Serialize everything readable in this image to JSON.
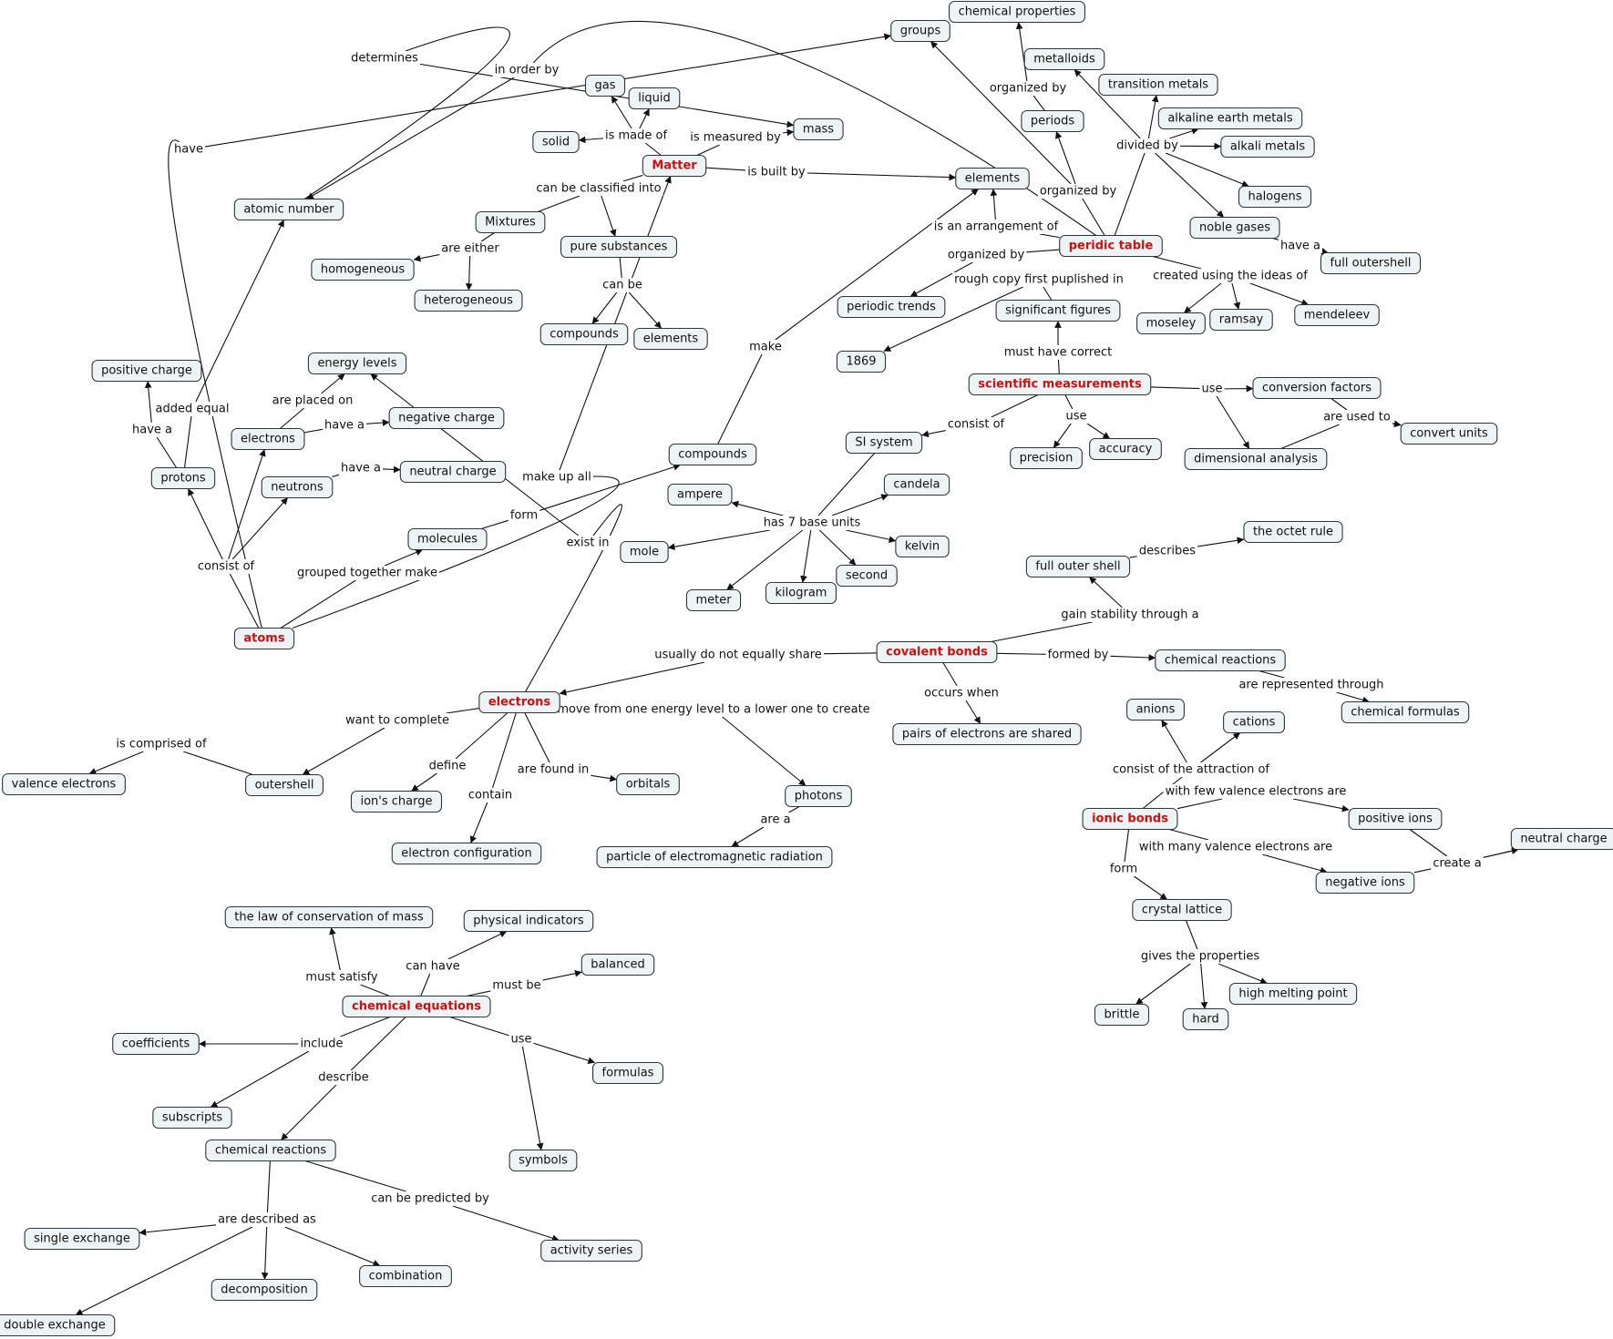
{
  "nodes": [
    {
      "id": "matter",
      "text": "Matter",
      "main": true
    },
    {
      "id": "gas",
      "text": "gas"
    },
    {
      "id": "liquid",
      "text": "liquid"
    },
    {
      "id": "solid",
      "text": "solid"
    },
    {
      "id": "mass",
      "text": "mass"
    },
    {
      "id": "elements_top",
      "text": "elements"
    },
    {
      "id": "mixtures",
      "text": "Mixtures"
    },
    {
      "id": "pure",
      "text": "pure substances"
    },
    {
      "id": "homogeneous",
      "text": "homogeneous"
    },
    {
      "id": "heterogeneous",
      "text": "heterogeneous"
    },
    {
      "id": "compounds_small",
      "text": "compounds"
    },
    {
      "id": "elements_small",
      "text": "elements"
    },
    {
      "id": "atomic_number",
      "text": "atomic number"
    },
    {
      "id": "groups",
      "text": "groups"
    },
    {
      "id": "chem_props",
      "text": "chemical properties"
    },
    {
      "id": "metalloids",
      "text": "metalloids"
    },
    {
      "id": "periods",
      "text": "periods"
    },
    {
      "id": "transition",
      "text": "transition metals"
    },
    {
      "id": "alkaline",
      "text": "alkaline earth metals"
    },
    {
      "id": "alkali",
      "text": "alkali metals"
    },
    {
      "id": "halogens",
      "text": "halogens"
    },
    {
      "id": "noble",
      "text": "noble gases"
    },
    {
      "id": "full_outershell",
      "text": "full outershell"
    },
    {
      "id": "peridic",
      "text": "peridic table",
      "main": true
    },
    {
      "id": "periodic_trends",
      "text": "periodic trends"
    },
    {
      "id": "sig_figs",
      "text": "significant figures"
    },
    {
      "id": "y1869",
      "text": "1869"
    },
    {
      "id": "moseley",
      "text": "moseley"
    },
    {
      "id": "ramsay",
      "text": "ramsay"
    },
    {
      "id": "mendeleev",
      "text": "mendeleev"
    },
    {
      "id": "sci_meas",
      "text": "scientific measurements",
      "main": true
    },
    {
      "id": "conv_factors",
      "text": "conversion factors"
    },
    {
      "id": "convert_units",
      "text": "convert units"
    },
    {
      "id": "dim_analysis",
      "text": "dimensional analysis"
    },
    {
      "id": "precision",
      "text": "precision"
    },
    {
      "id": "accuracy",
      "text": "accuracy"
    },
    {
      "id": "si",
      "text": "SI system"
    },
    {
      "id": "candela",
      "text": "candela"
    },
    {
      "id": "ampere",
      "text": "ampere"
    },
    {
      "id": "kelvin",
      "text": "kelvin"
    },
    {
      "id": "mole",
      "text": "mole"
    },
    {
      "id": "second",
      "text": "second"
    },
    {
      "id": "kilogram",
      "text": "kilogram"
    },
    {
      "id": "meter",
      "text": "meter"
    },
    {
      "id": "compounds_mid",
      "text": "compounds"
    },
    {
      "id": "positive_charge",
      "text": "positive charge"
    },
    {
      "id": "energy_levels",
      "text": "energy levels"
    },
    {
      "id": "electrons_small",
      "text": "electrons"
    },
    {
      "id": "negative_charge",
      "text": "negative charge"
    },
    {
      "id": "neutrons",
      "text": "neutrons"
    },
    {
      "id": "neutral_charge_l",
      "text": "neutral charge"
    },
    {
      "id": "protons",
      "text": "protons"
    },
    {
      "id": "molecules",
      "text": "molecules"
    },
    {
      "id": "atoms",
      "text": "atoms",
      "main": true
    },
    {
      "id": "octet",
      "text": "the octet rule"
    },
    {
      "id": "full_outer_shell",
      "text": "full outer shell"
    },
    {
      "id": "covalent",
      "text": "covalent bonds",
      "main": true
    },
    {
      "id": "chem_reactions_r",
      "text": "chemical reactions"
    },
    {
      "id": "chem_formulas",
      "text": "chemical formulas"
    },
    {
      "id": "pairs",
      "text": "pairs of electrons are shared"
    },
    {
      "id": "electrons_main",
      "text": "electrons",
      "main": true
    },
    {
      "id": "valence",
      "text": "valence electrons"
    },
    {
      "id": "outershell",
      "text": "outershell"
    },
    {
      "id": "ions_charge",
      "text": "ion's charge"
    },
    {
      "id": "orbitals",
      "text": "orbitals"
    },
    {
      "id": "photons",
      "text": "photons"
    },
    {
      "id": "e_config",
      "text": "electron configuration"
    },
    {
      "id": "particle",
      "text": "particle of electromagnetic radiation"
    },
    {
      "id": "anions",
      "text": "anions"
    },
    {
      "id": "cations",
      "text": "cations"
    },
    {
      "id": "ionic",
      "text": "ionic bonds",
      "main": true
    },
    {
      "id": "pos_ions",
      "text": "positive ions"
    },
    {
      "id": "neg_ions",
      "text": "negative ions"
    },
    {
      "id": "neutral_charge_r",
      "text": "neutral charge"
    },
    {
      "id": "crystal",
      "text": "crystal lattice"
    },
    {
      "id": "brittle",
      "text": "brittle"
    },
    {
      "id": "hard",
      "text": "hard"
    },
    {
      "id": "high_melting",
      "text": "high melting point"
    },
    {
      "id": "law_conservation",
      "text": "the law of conservation of mass"
    },
    {
      "id": "phys_indicators",
      "text": "physical indicators"
    },
    {
      "id": "balanced",
      "text": "balanced"
    },
    {
      "id": "chem_equations",
      "text": "chemical equations",
      "main": true
    },
    {
      "id": "coefficients",
      "text": "coefficients"
    },
    {
      "id": "formulas",
      "text": "formulas"
    },
    {
      "id": "subscripts",
      "text": "subscripts"
    },
    {
      "id": "chem_reactions_b",
      "text": "chemical reactions"
    },
    {
      "id": "symbols",
      "text": "symbols"
    },
    {
      "id": "single_exchange",
      "text": "single exchange"
    },
    {
      "id": "activity_series",
      "text": "activity series"
    },
    {
      "id": "combination",
      "text": "combination"
    },
    {
      "id": "decomposition",
      "text": "decomposition"
    },
    {
      "id": "double_exchange",
      "text": "double exchange"
    }
  ],
  "links": [
    {
      "id": "made_of",
      "text": "is made of"
    },
    {
      "id": "measured_by",
      "text": "is measured by"
    },
    {
      "id": "built_by",
      "text": "is built by"
    },
    {
      "id": "classified",
      "text": "can be classified into"
    },
    {
      "id": "either",
      "text": "are either"
    },
    {
      "id": "can_be",
      "text": "can be"
    },
    {
      "id": "determines",
      "text": "determines"
    },
    {
      "id": "in_order_by",
      "text": "in order by"
    },
    {
      "id": "have_groups",
      "text": "have"
    },
    {
      "id": "org_by_chem",
      "text": "organized by"
    },
    {
      "id": "org_by_periods",
      "text": "organized by"
    },
    {
      "id": "divided_by",
      "text": "divided by"
    },
    {
      "id": "arrangement",
      "text": "is an arrangement of"
    },
    {
      "id": "org_by_trends",
      "text": "organized by"
    },
    {
      "id": "rough_copy",
      "text": "rough copy first puplished in"
    },
    {
      "id": "created_using",
      "text": "created using the ideas of"
    },
    {
      "id": "have_a_full",
      "text": "have a"
    },
    {
      "id": "must_have",
      "text": "must have correct"
    },
    {
      "id": "use_conv",
      "text": "use"
    },
    {
      "id": "used_to",
      "text": "are used to"
    },
    {
      "id": "use_prec",
      "text": "use"
    },
    {
      "id": "consist_si",
      "text": "consist of"
    },
    {
      "id": "base_units",
      "text": "has 7 base units"
    },
    {
      "id": "make_elements",
      "text": "make"
    },
    {
      "id": "make_up_all",
      "text": "make up all"
    },
    {
      "id": "form_compounds",
      "text": "form"
    },
    {
      "id": "grouped",
      "text": "grouped together make"
    },
    {
      "id": "consist_atoms",
      "text": "consist of"
    },
    {
      "id": "have_a_pos",
      "text": "have a"
    },
    {
      "id": "added_equal",
      "text": "added equal"
    },
    {
      "id": "placed_on",
      "text": "are placed on"
    },
    {
      "id": "have_a_neg",
      "text": "have a"
    },
    {
      "id": "have_a_neu",
      "text": "have a"
    },
    {
      "id": "exist_in",
      "text": "exist in"
    },
    {
      "id": "describes",
      "text": "describes"
    },
    {
      "id": "stability",
      "text": "gain stability through a"
    },
    {
      "id": "formed_by",
      "text": "formed by"
    },
    {
      "id": "represented",
      "text": "are represented through"
    },
    {
      "id": "occurs_when",
      "text": "occurs when"
    },
    {
      "id": "not_share",
      "text": "usually do not equally share"
    },
    {
      "id": "want_complete",
      "text": "want to complete"
    },
    {
      "id": "comprised",
      "text": "is comprised of"
    },
    {
      "id": "define",
      "text": "define"
    },
    {
      "id": "found_in",
      "text": "are found in"
    },
    {
      "id": "contain",
      "text": "contain"
    },
    {
      "id": "move_energy",
      "text": "move from one energy level to a lower one to create"
    },
    {
      "id": "are_a",
      "text": "are a"
    },
    {
      "id": "attraction",
      "text": "consist of the attraction of"
    },
    {
      "id": "few_valence",
      "text": "with few valence electrons are"
    },
    {
      "id": "many_valence",
      "text": "with many valence electrons are"
    },
    {
      "id": "create_a",
      "text": "create a"
    },
    {
      "id": "form_crystal",
      "text": "form"
    },
    {
      "id": "gives_props",
      "text": "gives the properties"
    },
    {
      "id": "must_satisfy",
      "text": "must satisfy"
    },
    {
      "id": "can_have",
      "text": "can have"
    },
    {
      "id": "must_be",
      "text": "must be"
    },
    {
      "id": "include",
      "text": "include"
    },
    {
      "id": "use_formulas",
      "text": "use"
    },
    {
      "id": "describe",
      "text": "describe"
    },
    {
      "id": "described_as",
      "text": "are described as"
    },
    {
      "id": "predicted",
      "text": "can be predicted by"
    }
  ]
}
